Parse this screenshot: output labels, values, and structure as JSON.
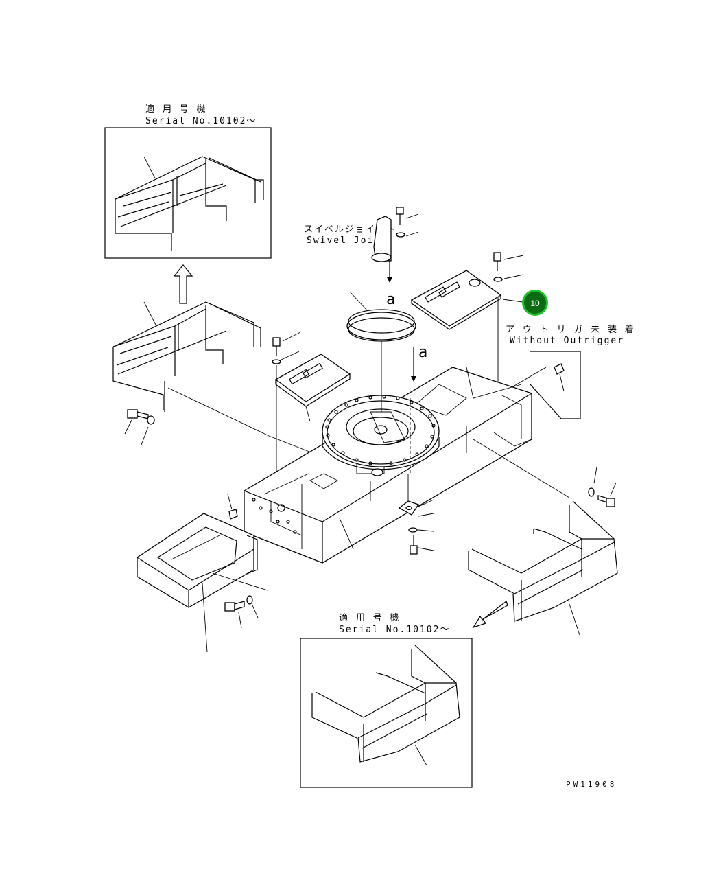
{
  "insets": {
    "top": {
      "title_jp": "適 用 号 機",
      "title_en": "Serial No.10102～"
    },
    "bottom": {
      "title_jp": "適 用 号 機",
      "title_en": "Serial No.10102～"
    }
  },
  "labels": {
    "swivel_joint_jp": "スイベルジョイント",
    "swivel_joint_en": "Swivel Joint",
    "outrigger_jp": "ア ウ ト リ ガ 未 装 着",
    "outrigger_en": "Without Outrigger",
    "ref_a_upper": "a",
    "ref_a_lower": "a"
  },
  "callout": {
    "number": "10",
    "color": "#0c6b12",
    "ring_color": "#19c22a"
  },
  "drawing_code": "PW11908"
}
